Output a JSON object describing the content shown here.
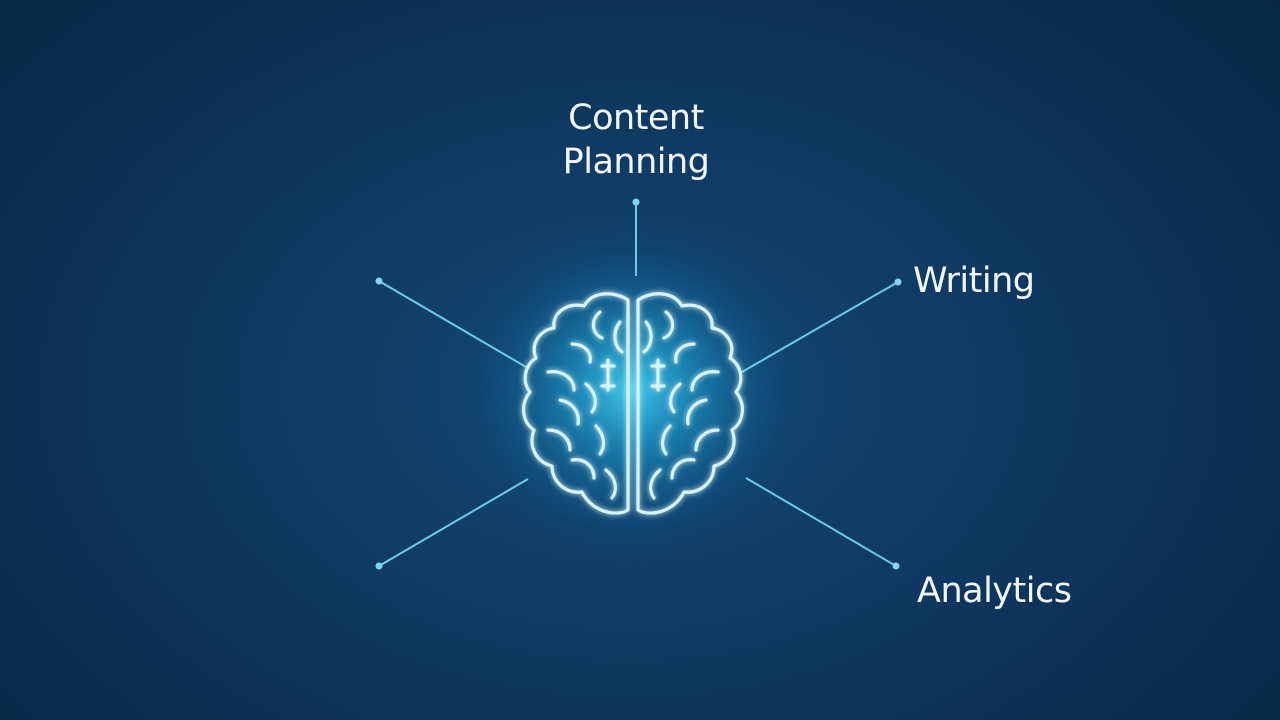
{
  "nodes": {
    "top": {
      "line1": "Content",
      "line2": "Planning"
    },
    "right_top": {
      "label": "Writing"
    },
    "right_bottom": {
      "label": "Analytics"
    },
    "left_top": {
      "label": ""
    },
    "left_bottom": {
      "label": ""
    }
  },
  "center": {
    "icon": "brain-icon"
  },
  "colors": {
    "background": "#0f3a63",
    "accent": "#7fd6f0",
    "glow": "#3fc7ec",
    "text": "#f2f7fb"
  }
}
